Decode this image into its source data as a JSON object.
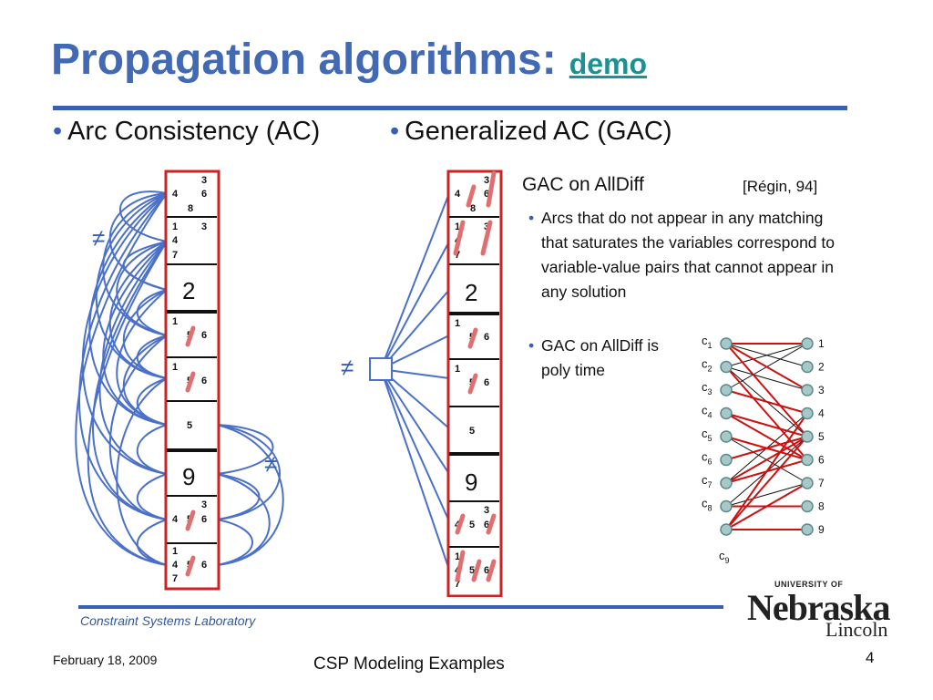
{
  "title": {
    "main": "Propagation algorithms:",
    "link": "demo"
  },
  "bullets": {
    "ac": "Arc Consistency (AC)",
    "gac": "Generalized AC (GAC)",
    "dot": "•"
  },
  "gac_alldiff": {
    "heading": "GAC on AllDiff",
    "citation": "[Régin, 94]",
    "points": [
      "Arcs that do not appear in any matching that saturates the variables correspond to variable-value pairs that cannot appear in any solution",
      "GAC on AllDiff is poly time"
    ]
  },
  "sudoku_column": {
    "cells": [
      {
        "values": "3 4 6 8",
        "type": "domain"
      },
      {
        "values": "1 3 4 7",
        "type": "domain"
      },
      {
        "values": "2",
        "type": "fixed"
      },
      {
        "values": "1 5 6",
        "type": "domain"
      },
      {
        "values": "1 5 6",
        "type": "domain"
      },
      {
        "values": "5",
        "type": "fixed-small"
      },
      {
        "values": "9",
        "type": "fixed"
      },
      {
        "values": "3 4 5 6",
        "type": "domain"
      },
      {
        "values": "1 4 5 6 7",
        "type": "domain"
      }
    ],
    "not_equal_symbol": "≠"
  },
  "bipartite": {
    "variables": [
      "c1",
      "c2",
      "c3",
      "c4",
      "c5",
      "c6",
      "c7",
      "c8",
      "c9"
    ],
    "values": [
      "1",
      "2",
      "3",
      "4",
      "5",
      "6",
      "7",
      "8",
      "9"
    ],
    "colors": {
      "node_fill": "#a8c8c8",
      "node_stroke": "#5a8a8a",
      "matching_edge": "#cc1111",
      "other_edge": "#111111"
    }
  },
  "colors": {
    "title": "#4169b4",
    "accent": "#3a5fb0",
    "link": "#1f8f8f",
    "cell_border": "#cc2222",
    "strike": "#e07070"
  },
  "footer": {
    "lab": "Constraint Systems Laboratory",
    "date": "February 18, 2009",
    "subject": "CSP Modeling Examples",
    "page": "4"
  },
  "logo": {
    "top": "UNIVERSITY OF",
    "name": "Nebraska",
    "campus": "Lincoln"
  }
}
